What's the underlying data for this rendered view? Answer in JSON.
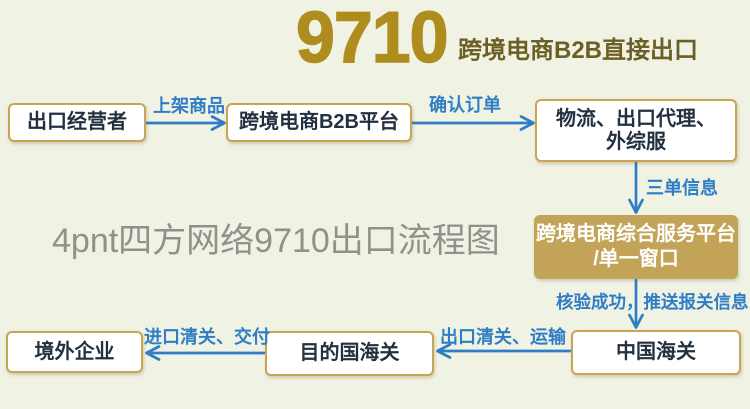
{
  "title": {
    "code": "9710",
    "subtitle": "跨境电商B2B直接出口"
  },
  "watermark": "4pnt四方网络9710出口流程图",
  "nodes": {
    "exporter": {
      "label": "出口经营者"
    },
    "b2b_platform": {
      "label": "跨境电商B2B平台"
    },
    "logistics": {
      "label": "物流、出口代理、外综服",
      "lines": [
        "物流、出口代理、",
        "外综服"
      ]
    },
    "comprehensive_platform": {
      "label": "跨境电商综合服务平台/单一窗口",
      "lines": [
        "跨境电商综合服务平台",
        "/单一窗口"
      ],
      "highlighted": true
    },
    "china_customs": {
      "label": "中国海关"
    },
    "destination_customs": {
      "label": "目的国海关"
    },
    "overseas_enterprise": {
      "label": "境外企业"
    }
  },
  "edges": {
    "listing": {
      "label": "上架商品",
      "from": "exporter",
      "to": "b2b_platform"
    },
    "confirm": {
      "label": "确认订单",
      "from": "b2b_platform",
      "to": "logistics"
    },
    "three_orders": {
      "label": "三单信息",
      "from": "logistics",
      "to": "comprehensive_platform"
    },
    "verify_push": {
      "label": "核验成功，推送报关信息",
      "from": "comprehensive_platform",
      "to": "china_customs"
    },
    "export_clear": {
      "label": "出口清关、运输",
      "from": "china_customs",
      "to": "destination_customs"
    },
    "import_clear": {
      "label": "进口清关、交付",
      "from": "destination_customs",
      "to": "overseas_enterprise"
    }
  },
  "colors": {
    "background": "#F0F3E4",
    "box-fill": "#FFFFFF",
    "box-border": "#C9A452",
    "box-text": "#233040",
    "highlight-fill": "#C2A357",
    "highlight-text": "#FFFFFF",
    "arrow-blue": "#2F7EC5",
    "title-gold": "#AF8C1E",
    "subtitle-gold": "#6B5F25",
    "watermark-gray": "#90918A"
  }
}
